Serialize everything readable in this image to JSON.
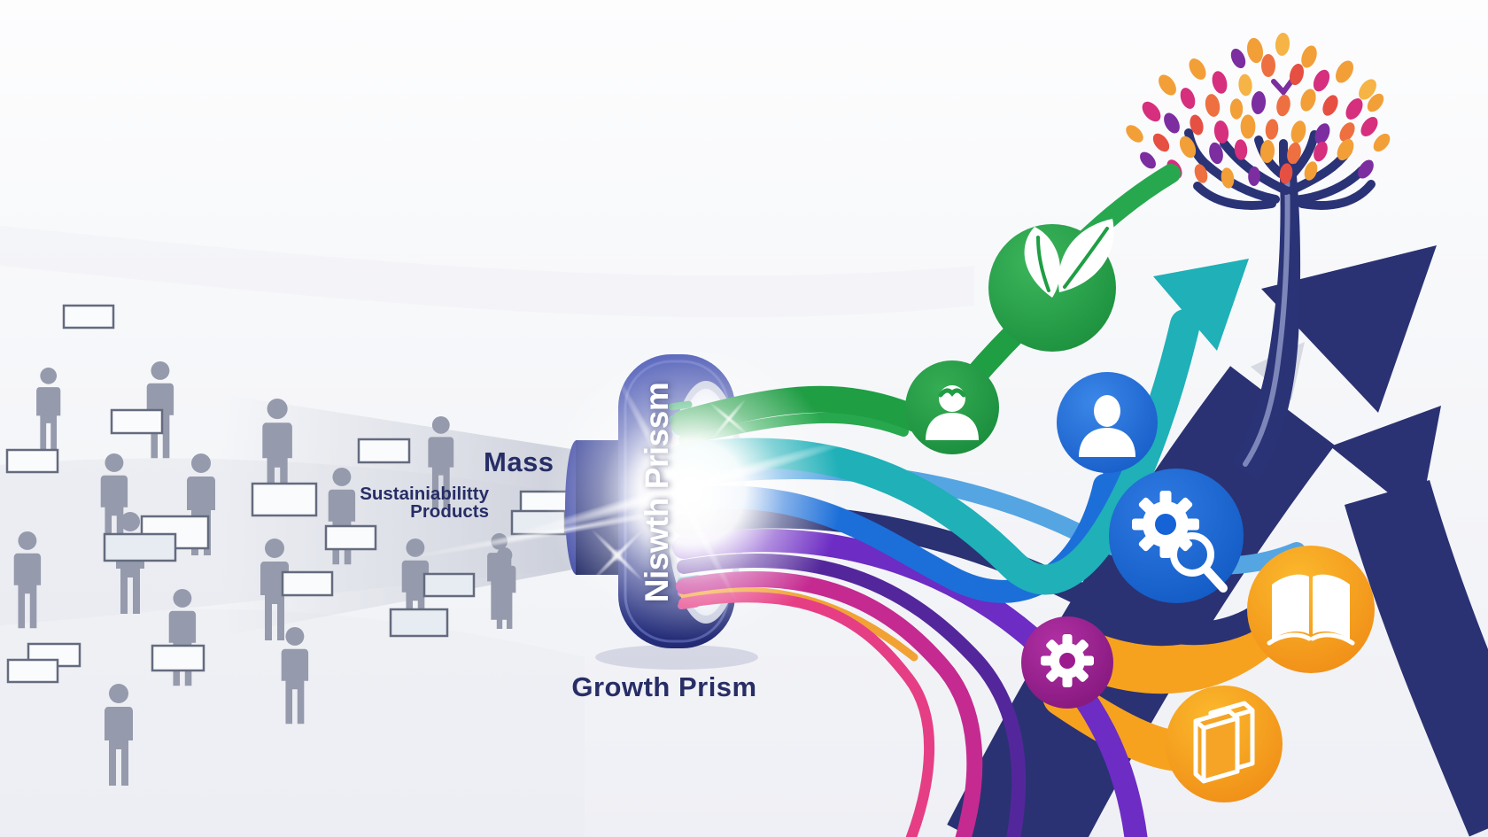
{
  "labels": {
    "mass": "Mass",
    "sustainability_line1": "Sustainiabilitty",
    "sustainability_line2": "Products",
    "prism_vertical": "Niswth Prissm",
    "caption": "Growth Prism"
  },
  "palette": {
    "background": "#f4f5f8",
    "text_navy": "#272e66",
    "prism_navy_light": "#5563bd",
    "prism_navy_dark": "#1f276e",
    "crowd_gray": "#959aac",
    "box_stroke": "#646b7e",
    "funnel_gray": "#d4d7e0",
    "silver": "#d7dae2",
    "tree_navy": "#2b3377",
    "leaf_orange": "#f29f38",
    "leaf_yellow": "#f5b445",
    "leaf_deep_orange": "#ee7040",
    "leaf_magenta": "#d62f7d",
    "leaf_purple": "#7c2da0",
    "leaf_red": "#e65043",
    "orange_band": "#f6a21f",
    "glow_white": "#ffffff"
  },
  "streams": [
    {
      "name": "green",
      "color": "#1f9e44"
    },
    {
      "name": "green-light",
      "color": "#27a84e"
    },
    {
      "name": "teal",
      "color": "#1fb0b8"
    },
    {
      "name": "sky-blue",
      "color": "#55a5e3"
    },
    {
      "name": "blue",
      "color": "#1c6fd9"
    },
    {
      "name": "navy",
      "color": "#2a3273"
    },
    {
      "name": "purple",
      "color": "#6d2cc4"
    },
    {
      "name": "violet",
      "color": "#53279b"
    },
    {
      "name": "magenta",
      "color": "#c52a90"
    },
    {
      "name": "pink",
      "color": "#e63e85"
    },
    {
      "name": "orange",
      "color": "#f2a235"
    }
  ],
  "nodes": [
    {
      "name": "sustainability-leaf",
      "icon": "leaf-icon",
      "color": "#229a43"
    },
    {
      "name": "audience-green",
      "icon": "user-icon",
      "color": "#27a24b"
    },
    {
      "name": "audience-blue",
      "icon": "user-icon",
      "color": "#1c6fd9"
    },
    {
      "name": "process-search",
      "icon": "gear-search-icon",
      "color": "#1563d6"
    },
    {
      "name": "process",
      "icon": "gear-icon",
      "color": "#9c1b8f"
    },
    {
      "name": "knowledge-open-book",
      "icon": "open-book-icon",
      "color": "#f49d1d"
    },
    {
      "name": "knowledge-books",
      "icon": "books-icon",
      "color": "#f49d1d"
    },
    {
      "name": "growth-tree",
      "icon": "tree-icon",
      "color": "#2b3377"
    },
    {
      "name": "trend-arrow-large",
      "icon": "arrow-up-right-icon",
      "color": "#2a3273"
    },
    {
      "name": "trend-arrow-small",
      "icon": "arrow-up-right-icon",
      "color": "#2a3273"
    },
    {
      "name": "trend-arrow-teal",
      "icon": "arrow-up-right-icon",
      "color": "#1fb0b8"
    },
    {
      "name": "trend-arrow-ghost",
      "icon": "arrow-up-right-icon",
      "color": "#d7dae2"
    }
  ]
}
